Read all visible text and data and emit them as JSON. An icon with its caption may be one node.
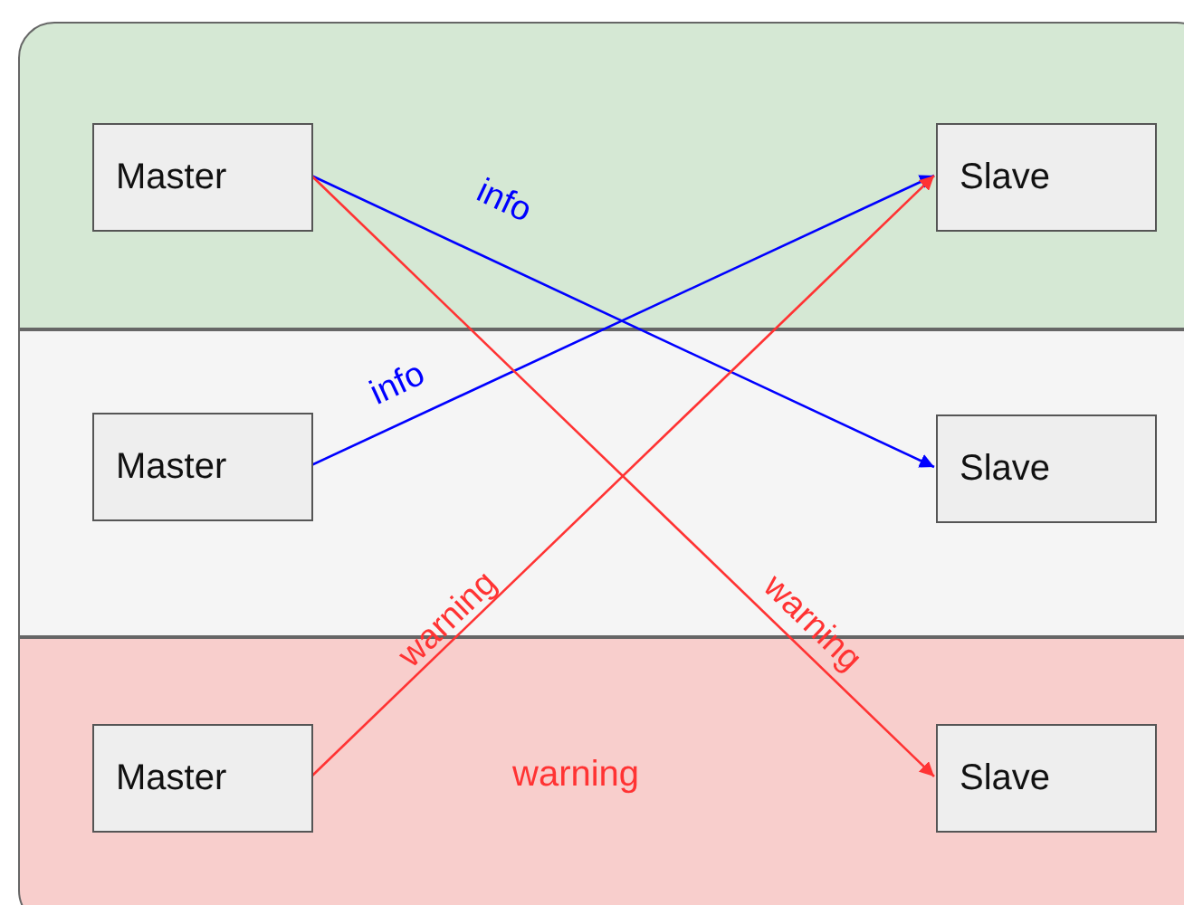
{
  "diagram": {
    "nodes": [
      {
        "text": [],
        "shape": "band"
      },
      {
        "text": [
          "Master"
        ],
        "in": 0
      },
      {
        "text": [
          "Slave"
        ],
        "in": 0
      },
      {
        "text": [],
        "shape": "band"
      },
      {
        "text": [
          "Master"
        ],
        "in": 3
      },
      {
        "text": [
          "Slave"
        ],
        "in": 3
      },
      {
        "text": [
          "warning"
        ]
      },
      {
        "text": [
          "Master"
        ],
        "in": 6
      },
      {
        "text": [
          "Slave"
        ],
        "in": 6
      }
    ],
    "edges": [
      {
        "from": 1,
        "to": 5,
        "arrow": "to",
        "label": "info",
        "color": "#0000ff"
      },
      {
        "from": 4,
        "to": 2,
        "arrow": "to",
        "label": "info",
        "color": "#0000ff"
      },
      {
        "from": 1,
        "to": 8,
        "arrow": "to",
        "label": "warning",
        "color": "#ff3333"
      },
      {
        "from": 7,
        "to": 2,
        "arrow": "to",
        "label": "warning",
        "color": "#ff3333"
      }
    ]
  }
}
